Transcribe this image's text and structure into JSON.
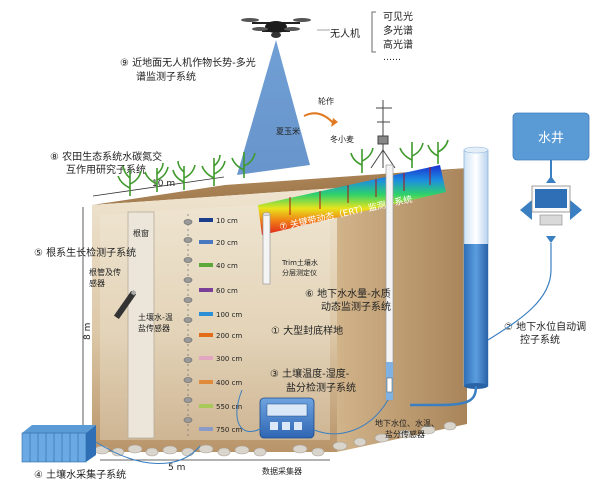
{
  "drone": {
    "name": "无人机",
    "sensors": [
      "可见光",
      "多光谱",
      "高光谱",
      "……"
    ]
  },
  "labels": {
    "s9_line1": "⑨ 近地面无人机作物长势-多光",
    "s9_line2": "谱监测子系统",
    "s8_line1": "⑧ 农田生态系统水碳氮交",
    "s8_line2": "互作用研究子系统",
    "s5": "⑤ 根系生长检测子系统",
    "s7": "⑦ 关键带动态（ERT）监测子系统",
    "s6_line1": "⑥ 地下水水量-水质",
    "s6_line2": "动态监测子系统",
    "s1": "① 大型封底样地",
    "s3_line1": "③ 土壤温度-湿度-",
    "s3_line2": "盐分检测子系统",
    "s2_line1": "② 地下水位自动调",
    "s2_line2": "控子系统",
    "s4": "④ 土壤水采集子系统",
    "crop_rotation": "轮作",
    "summer_corn": "夏玉米",
    "winter_wheat": "冬小麦",
    "well": "水井",
    "root_window": "根窗",
    "root_tube_line1": "根管及传",
    "root_tube_line2": "感器",
    "soil_sensor_line1": "土壤水-温",
    "soil_sensor_line2": "盐传感器",
    "trim_line1": "Trim土壤水",
    "trim_line2": "分层测定仪",
    "gw_sensor_line1": "地下水位、水温、",
    "gw_sensor_line2": "盐分传感器",
    "data_logger": "数据采集器",
    "dim_10m": "10 m",
    "dim_8m": "8 m",
    "dim_5m": "5 m"
  },
  "depths": [
    "10 cm",
    "20 cm",
    "40 cm",
    "60 cm",
    "100 cm",
    "200 cm",
    "300 cm",
    "400 cm",
    "550 cm",
    "750 cm"
  ],
  "colors": {
    "soil_light": "#e9dcc6",
    "soil_dark": "#c9ac83",
    "water_blue": "#3a7fc1",
    "beam_blue": "#4a86c8",
    "well_box": "#5b9bd5"
  }
}
